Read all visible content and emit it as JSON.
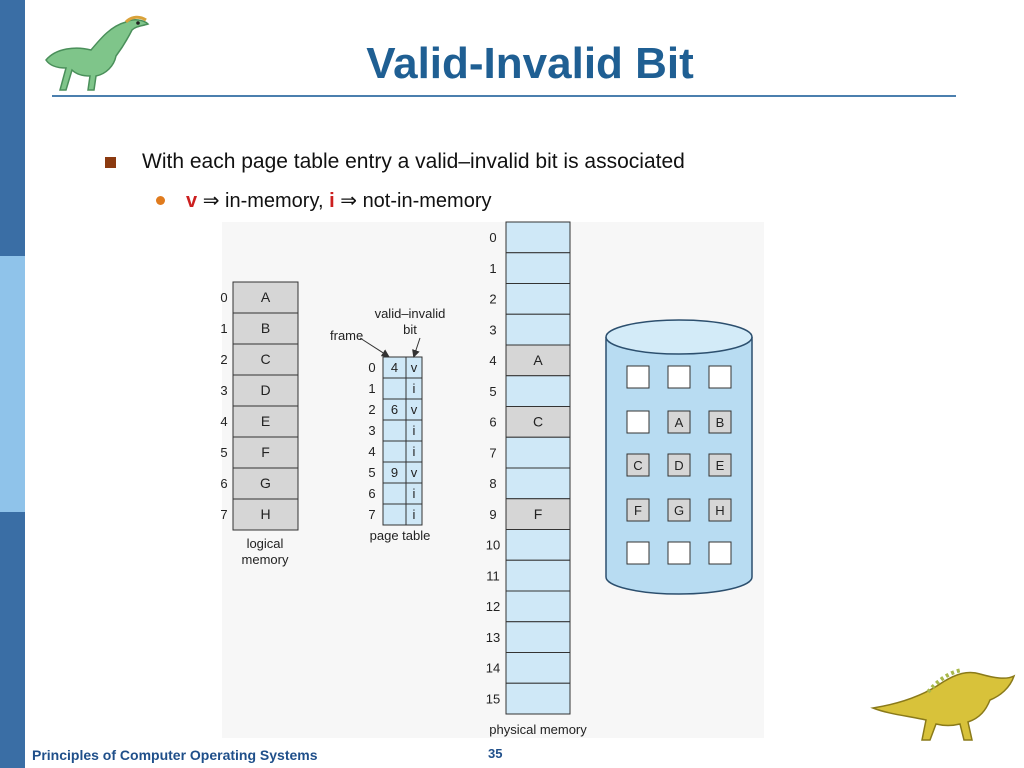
{
  "slide": {
    "title": "Valid-Invalid Bit",
    "bullet1": "With each page table entry a valid–invalid bit is associated",
    "bullet2": {
      "v": "v",
      "v_meaning": "in-memory,",
      "i": "i",
      "i_meaning": "not-in-memory",
      "arrow": "⇒"
    },
    "footer": "Principles of Computer Operating Systems",
    "page_number": "35"
  },
  "diagram": {
    "logical_memory": {
      "label_line1": "logical",
      "label_line2": "memory",
      "indices": [
        "0",
        "1",
        "2",
        "3",
        "4",
        "5",
        "6",
        "7"
      ],
      "pages": [
        "A",
        "B",
        "C",
        "D",
        "E",
        "F",
        "G",
        "H"
      ]
    },
    "page_table": {
      "label": "page table",
      "frame_label": "frame",
      "bit_label_line1": "valid–invalid",
      "bit_label_line2": "bit",
      "indices": [
        "0",
        "1",
        "2",
        "3",
        "4",
        "5",
        "6",
        "7"
      ],
      "frames": [
        "4",
        "",
        "6",
        "",
        "",
        "9",
        "",
        ""
      ],
      "bits": [
        "v",
        "i",
        "v",
        "i",
        "i",
        "v",
        "i",
        "i"
      ]
    },
    "physical_memory": {
      "label": "physical memory",
      "indices": [
        "0",
        "1",
        "2",
        "3",
        "4",
        "5",
        "6",
        "7",
        "8",
        "9",
        "10",
        "11",
        "12",
        "13",
        "14",
        "15"
      ],
      "contents": [
        "",
        "",
        "",
        "",
        "A",
        "",
        "C",
        "",
        "",
        "F",
        "",
        "",
        "",
        "",
        "",
        ""
      ]
    },
    "disk": {
      "grid": [
        [
          "",
          "",
          ""
        ],
        [
          "",
          "A",
          "B"
        ],
        [
          "C",
          "D",
          "E"
        ],
        [
          "F",
          "G",
          "H"
        ],
        [
          "",
          "",
          ""
        ]
      ]
    }
  },
  "colors": {
    "title": "#1f5f93",
    "accent_red": "#cc1f1f",
    "cell_blue": "#cfe8f7",
    "cell_gray": "#d6d6d6",
    "disk_blue": "#b8dcf2"
  }
}
